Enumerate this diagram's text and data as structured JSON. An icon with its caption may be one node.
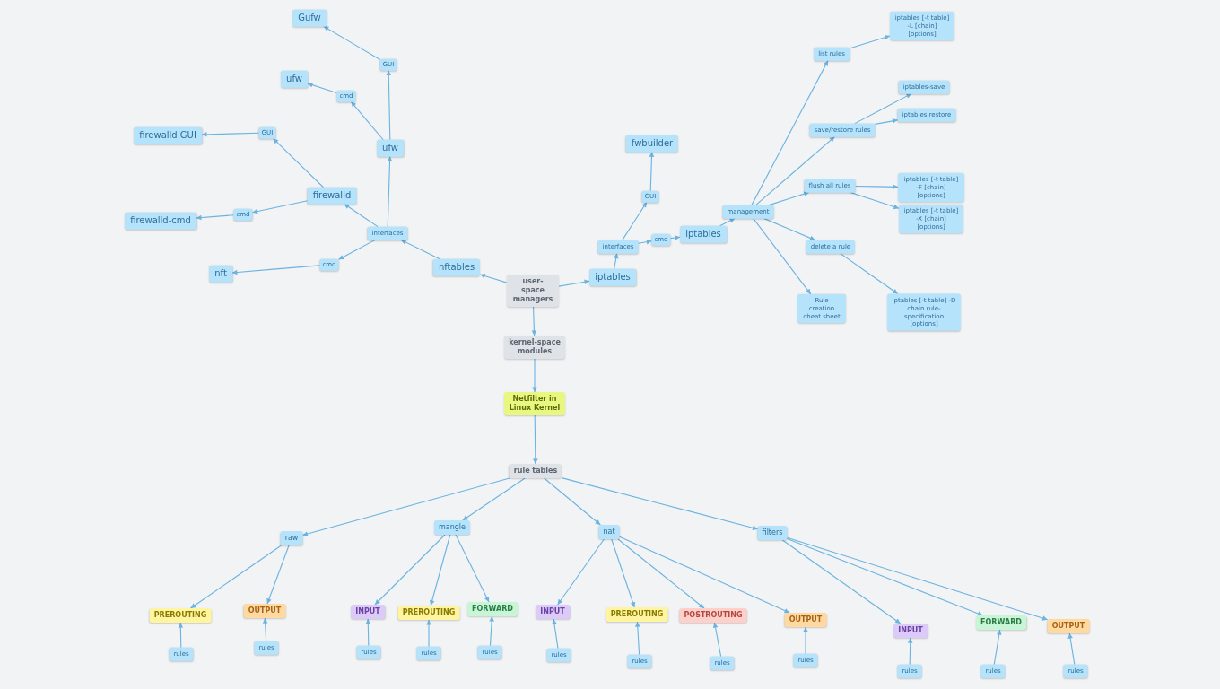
{
  "diagram": {
    "nodes": [
      {
        "text": [
          "user-space managers"
        ]
      },
      {
        "text": [
          "kernel-space modules"
        ]
      },
      {
        "text": [
          "Netfilter in Linux Kernel"
        ]
      },
      {
        "text": [
          "rule tables"
        ]
      },
      {
        "text": [
          "nftables"
        ]
      },
      {
        "text": [
          "interfaces"
        ]
      },
      {
        "text": [
          "ufw"
        ]
      },
      {
        "text": [
          "GUI"
        ]
      },
      {
        "text": [
          "Gufw"
        ]
      },
      {
        "text": [
          "cmd"
        ]
      },
      {
        "text": [
          "ufw"
        ]
      },
      {
        "text": [
          "firewalld"
        ]
      },
      {
        "text": [
          "GUI"
        ]
      },
      {
        "text": [
          "firewalld GUI"
        ]
      },
      {
        "text": [
          "cmd"
        ]
      },
      {
        "text": [
          "firewalld-cmd"
        ]
      },
      {
        "text": [
          "cmd"
        ]
      },
      {
        "text": [
          "nft"
        ]
      },
      {
        "text": [
          "iptables"
        ]
      },
      {
        "text": [
          "interfaces"
        ]
      },
      {
        "text": [
          "GUI"
        ]
      },
      {
        "text": [
          "fwbuilder"
        ]
      },
      {
        "text": [
          "cmd"
        ]
      },
      {
        "text": [
          "iptables"
        ]
      },
      {
        "text": [
          "management"
        ]
      },
      {
        "text": [
          "list rules"
        ]
      },
      {
        "text": [
          "iptables [-t table] -L [chain] [options]"
        ]
      },
      {
        "text": [
          "save/restore rules"
        ]
      },
      {
        "text": [
          "iptables-save"
        ]
      },
      {
        "text": [
          "iptables restore"
        ]
      },
      {
        "text": [
          "flush all rules"
        ]
      },
      {
        "text": [
          "iptables [-t table] -F [chain] [options]"
        ]
      },
      {
        "text": [
          "iptables [-t table] -X [chain] [options]"
        ]
      },
      {
        "text": [
          "delete a rule"
        ]
      },
      {
        "text": [
          "iptables [-t table] -D chain rule-specification [options]"
        ]
      },
      {
        "text": [
          "Rule creation cheat sheet"
        ]
      },
      {
        "text": [
          "raw"
        ]
      },
      {
        "text": [
          "mangle"
        ]
      },
      {
        "text": [
          "nat"
        ]
      },
      {
        "text": [
          "filters"
        ]
      },
      {
        "text": [
          "PREROUTING"
        ]
      },
      {
        "text": [
          "OUTPUT"
        ]
      },
      {
        "text": [
          "INPUT"
        ]
      },
      {
        "text": [
          "PREROUTING"
        ]
      },
      {
        "text": [
          "FORWARD"
        ]
      },
      {
        "text": [
          "INPUT"
        ]
      },
      {
        "text": [
          "PREROUTING"
        ]
      },
      {
        "text": [
          "POSTROUTING"
        ]
      },
      {
        "text": [
          "OUTPUT"
        ]
      },
      {
        "text": [
          "INPUT"
        ]
      },
      {
        "text": [
          "FORWARD"
        ]
      },
      {
        "text": [
          "OUTPUT"
        ]
      },
      {
        "text": [
          "rules"
        ]
      },
      {
        "text": [
          "rules"
        ]
      },
      {
        "text": [
          "rules"
        ]
      },
      {
        "text": [
          "rules"
        ]
      },
      {
        "text": [
          "rules"
        ]
      },
      {
        "text": [
          "rules"
        ]
      },
      {
        "text": [
          "rules"
        ]
      },
      {
        "text": [
          "rules"
        ]
      },
      {
        "text": [
          "rules"
        ]
      },
      {
        "text": [
          "rules"
        ]
      },
      {
        "text": [
          "rules"
        ]
      },
      {
        "text": [
          "rules"
        ]
      }
    ],
    "edges": [
      {
        "from": 0,
        "to": 4,
        "arrow": "to"
      },
      {
        "from": 0,
        "to": 18,
        "arrow": "to"
      },
      {
        "from": 0,
        "to": 1,
        "arrow": "to"
      },
      {
        "from": 1,
        "to": 2,
        "arrow": "to"
      },
      {
        "from": 2,
        "to": 3,
        "arrow": "to"
      },
      {
        "from": 4,
        "to": 5,
        "arrow": "to"
      },
      {
        "from": 5,
        "to": 6,
        "arrow": "to"
      },
      {
        "from": 6,
        "to": 7,
        "arrow": "to"
      },
      {
        "from": 7,
        "to": 8,
        "arrow": "to"
      },
      {
        "from": 6,
        "to": 9,
        "arrow": "to"
      },
      {
        "from": 9,
        "to": 10,
        "arrow": "to"
      },
      {
        "from": 5,
        "to": 11,
        "arrow": "to"
      },
      {
        "from": 11,
        "to": 12,
        "arrow": "to"
      },
      {
        "from": 12,
        "to": 13,
        "arrow": "to"
      },
      {
        "from": 11,
        "to": 14,
        "arrow": "to"
      },
      {
        "from": 14,
        "to": 15,
        "arrow": "to"
      },
      {
        "from": 5,
        "to": 16,
        "arrow": "to"
      },
      {
        "from": 16,
        "to": 17,
        "arrow": "to"
      },
      {
        "from": 18,
        "to": 19,
        "arrow": "to"
      },
      {
        "from": 19,
        "to": 20,
        "arrow": "to"
      },
      {
        "from": 20,
        "to": 21,
        "arrow": "to"
      },
      {
        "from": 19,
        "to": 22,
        "arrow": "to"
      },
      {
        "from": 22,
        "to": 23,
        "arrow": "to"
      },
      {
        "from": 23,
        "to": 24,
        "arrow": "to"
      },
      {
        "from": 24,
        "to": 25,
        "arrow": "to"
      },
      {
        "from": 25,
        "to": 26,
        "arrow": "to"
      },
      {
        "from": 24,
        "to": 27,
        "arrow": "to"
      },
      {
        "from": 27,
        "to": 28,
        "arrow": "to"
      },
      {
        "from": 27,
        "to": 29,
        "arrow": "to"
      },
      {
        "from": 24,
        "to": 30,
        "arrow": "to"
      },
      {
        "from": 30,
        "to": 31,
        "arrow": "to"
      },
      {
        "from": 30,
        "to": 32,
        "arrow": "to"
      },
      {
        "from": 24,
        "to": 33,
        "arrow": "to"
      },
      {
        "from": 33,
        "to": 34,
        "arrow": "to"
      },
      {
        "from": 24,
        "to": 35,
        "arrow": "to"
      },
      {
        "from": 3,
        "to": 36,
        "arrow": "to"
      },
      {
        "from": 3,
        "to": 37,
        "arrow": "to"
      },
      {
        "from": 3,
        "to": 38,
        "arrow": "to"
      },
      {
        "from": 3,
        "to": 39,
        "arrow": "to"
      },
      {
        "from": 36,
        "to": 40,
        "arrow": "to"
      },
      {
        "from": 36,
        "to": 41,
        "arrow": "to"
      },
      {
        "from": 37,
        "to": 42,
        "arrow": "to"
      },
      {
        "from": 37,
        "to": 43,
        "arrow": "to"
      },
      {
        "from": 37,
        "to": 44,
        "arrow": "to"
      },
      {
        "from": 38,
        "to": 45,
        "arrow": "to"
      },
      {
        "from": 38,
        "to": 46,
        "arrow": "to"
      },
      {
        "from": 38,
        "to": 47,
        "arrow": "to"
      },
      {
        "from": 38,
        "to": 48,
        "arrow": "to"
      },
      {
        "from": 39,
        "to": 49,
        "arrow": "to"
      },
      {
        "from": 39,
        "to": 50,
        "arrow": "to"
      },
      {
        "from": 39,
        "to": 51,
        "arrow": "to"
      },
      {
        "from": 52,
        "to": 40,
        "arrow": "to"
      },
      {
        "from": 53,
        "to": 41,
        "arrow": "to"
      },
      {
        "from": 54,
        "to": 42,
        "arrow": "to"
      },
      {
        "from": 55,
        "to": 43,
        "arrow": "to"
      },
      {
        "from": 56,
        "to": 44,
        "arrow": "to"
      },
      {
        "from": 57,
        "to": 45,
        "arrow": "to"
      },
      {
        "from": 58,
        "to": 46,
        "arrow": "to"
      },
      {
        "from": 59,
        "to": 47,
        "arrow": "to"
      },
      {
        "from": 60,
        "to": 48,
        "arrow": "to"
      },
      {
        "from": 61,
        "to": 49,
        "arrow": "to"
      },
      {
        "from": 62,
        "to": 50,
        "arrow": "to"
      },
      {
        "from": 63,
        "to": 51,
        "arrow": "to"
      }
    ]
  }
}
